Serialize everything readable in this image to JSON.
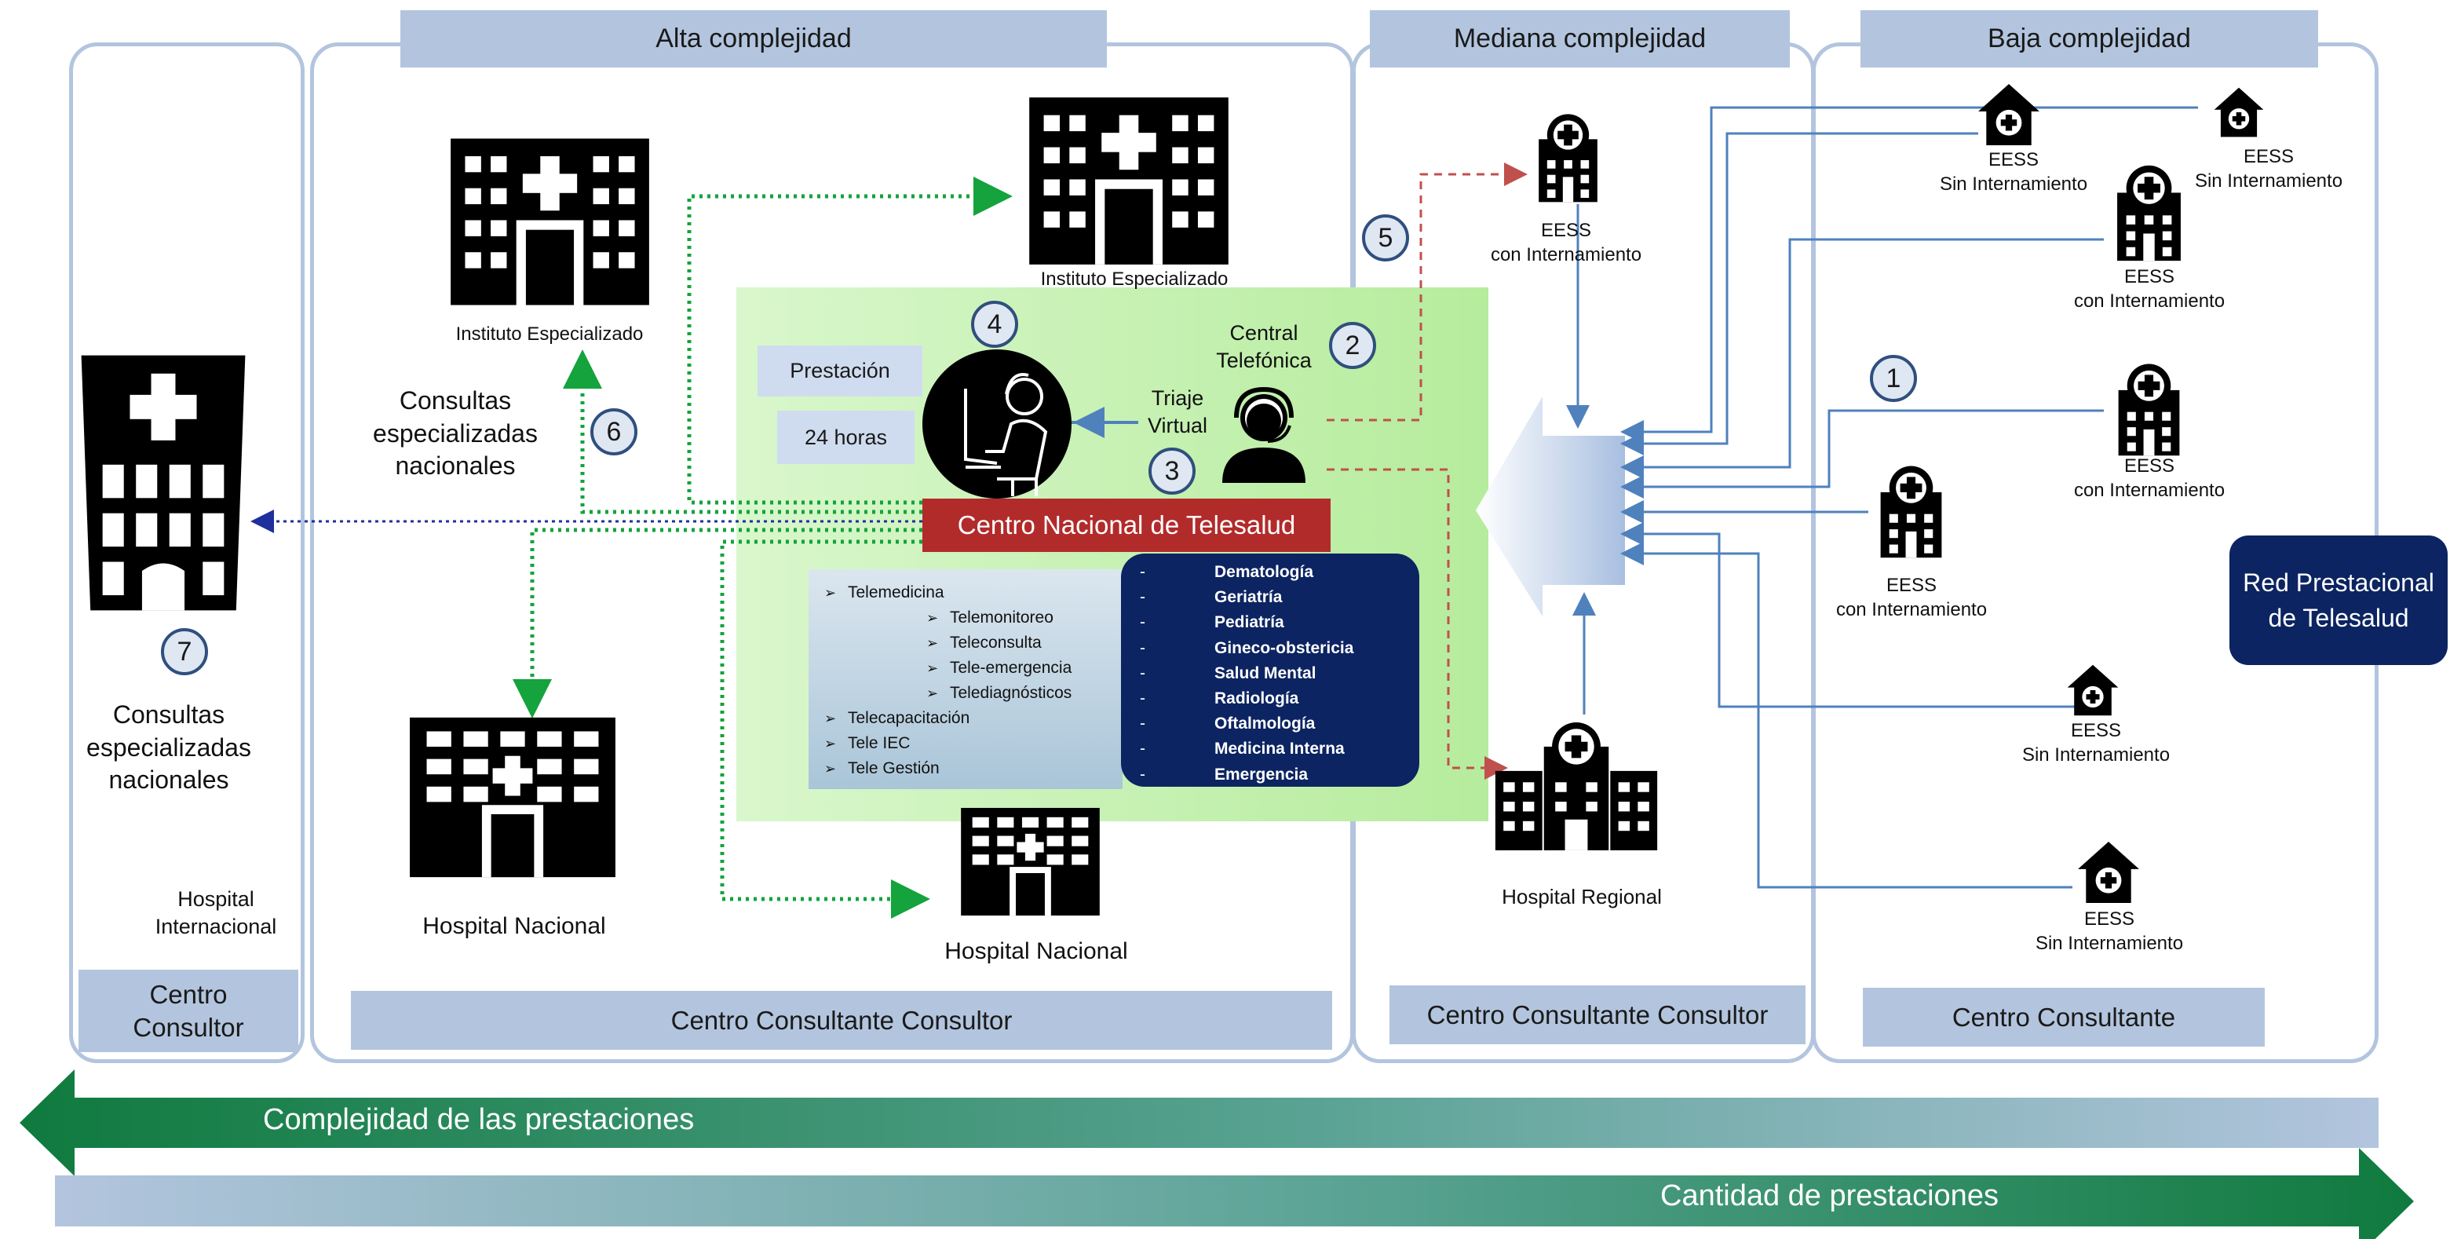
{
  "sections": {
    "alta": "Alta complejidad",
    "mediana": "Mediana complejidad",
    "baja": "Baja complejidad"
  },
  "footers": {
    "centro_consultor": "Centro Consultor",
    "cc_consultor_alta": "Centro Consultante Consultor",
    "cc_consultor_mediana": "Centro Consultante Consultor",
    "centro_consultante": "Centro Consultante"
  },
  "labels": {
    "instituto_left": "Instituto Especializado",
    "instituto_top": "Instituto Especializado",
    "consultas_center": "Consultas especializadas nacionales",
    "consultas_left": "Consultas especializadas nacionales",
    "hospital_internacional": "Hospital Internacional",
    "hospital_nacional_left": "Hospital Nacional",
    "hospital_nacional_center": "Hospital Nacional",
    "hospital_regional": "Hospital  Regional",
    "central_telefonica": "Central Telefónica",
    "triaje_virtual": "Triaje Virtual",
    "prestacion": "Prestación",
    "horas": "24 horas",
    "centro_nacional": "Centro Nacional de Telesalud",
    "red": "Red Prestacional de Telesalud"
  },
  "eess": [
    {
      "line1": "EESS",
      "line2": "con Internamiento"
    },
    {
      "line1": "EESS",
      "line2": "Sin Internamiento"
    },
    {
      "line1": "EESS",
      "line2": "Sin Internamiento"
    },
    {
      "line1": "EESS",
      "line2": "con Internamiento"
    },
    {
      "line1": "EESS",
      "line2": "con Internamiento"
    },
    {
      "line1": "EESS",
      "line2": "con Internamiento"
    },
    {
      "line1": "EESS",
      "line2": "Sin Internamiento"
    },
    {
      "line1": "EESS",
      "line2": "Sin Internamiento"
    }
  ],
  "numbers": [
    "1",
    "2",
    "3",
    "4",
    "5",
    "6",
    "7"
  ],
  "services": [
    {
      "level": 1,
      "text": "Telemedicina"
    },
    {
      "level": 2,
      "text": "Telemonitoreo"
    },
    {
      "level": 2,
      "text": "Teleconsulta"
    },
    {
      "level": 2,
      "text": "Tele-emergencia"
    },
    {
      "level": 2,
      "text": "Telediagnósticos"
    },
    {
      "level": 1,
      "text": "Telecapacitación"
    },
    {
      "level": 1,
      "text": "Tele IEC"
    },
    {
      "level": 1,
      "text": "Tele Gestión"
    }
  ],
  "specialties": [
    "Dematología",
    "Geriatría",
    "Pediatría",
    "Gineco-obstericia",
    "Salud Mental",
    "Radiología",
    "Oftalmología",
    "Medicina Interna",
    "Emergencia"
  ],
  "arrows": {
    "complejidad": "Complejidad de las prestaciones",
    "cantidad": "Cantidad de prestaciones"
  },
  "colors": {
    "panel_border": "#b3c5de",
    "navy": "#0c2461",
    "red_banner": "#b22b2b",
    "green_zone": "#c9f0b4",
    "green_arrow": "#0f7a3e"
  }
}
